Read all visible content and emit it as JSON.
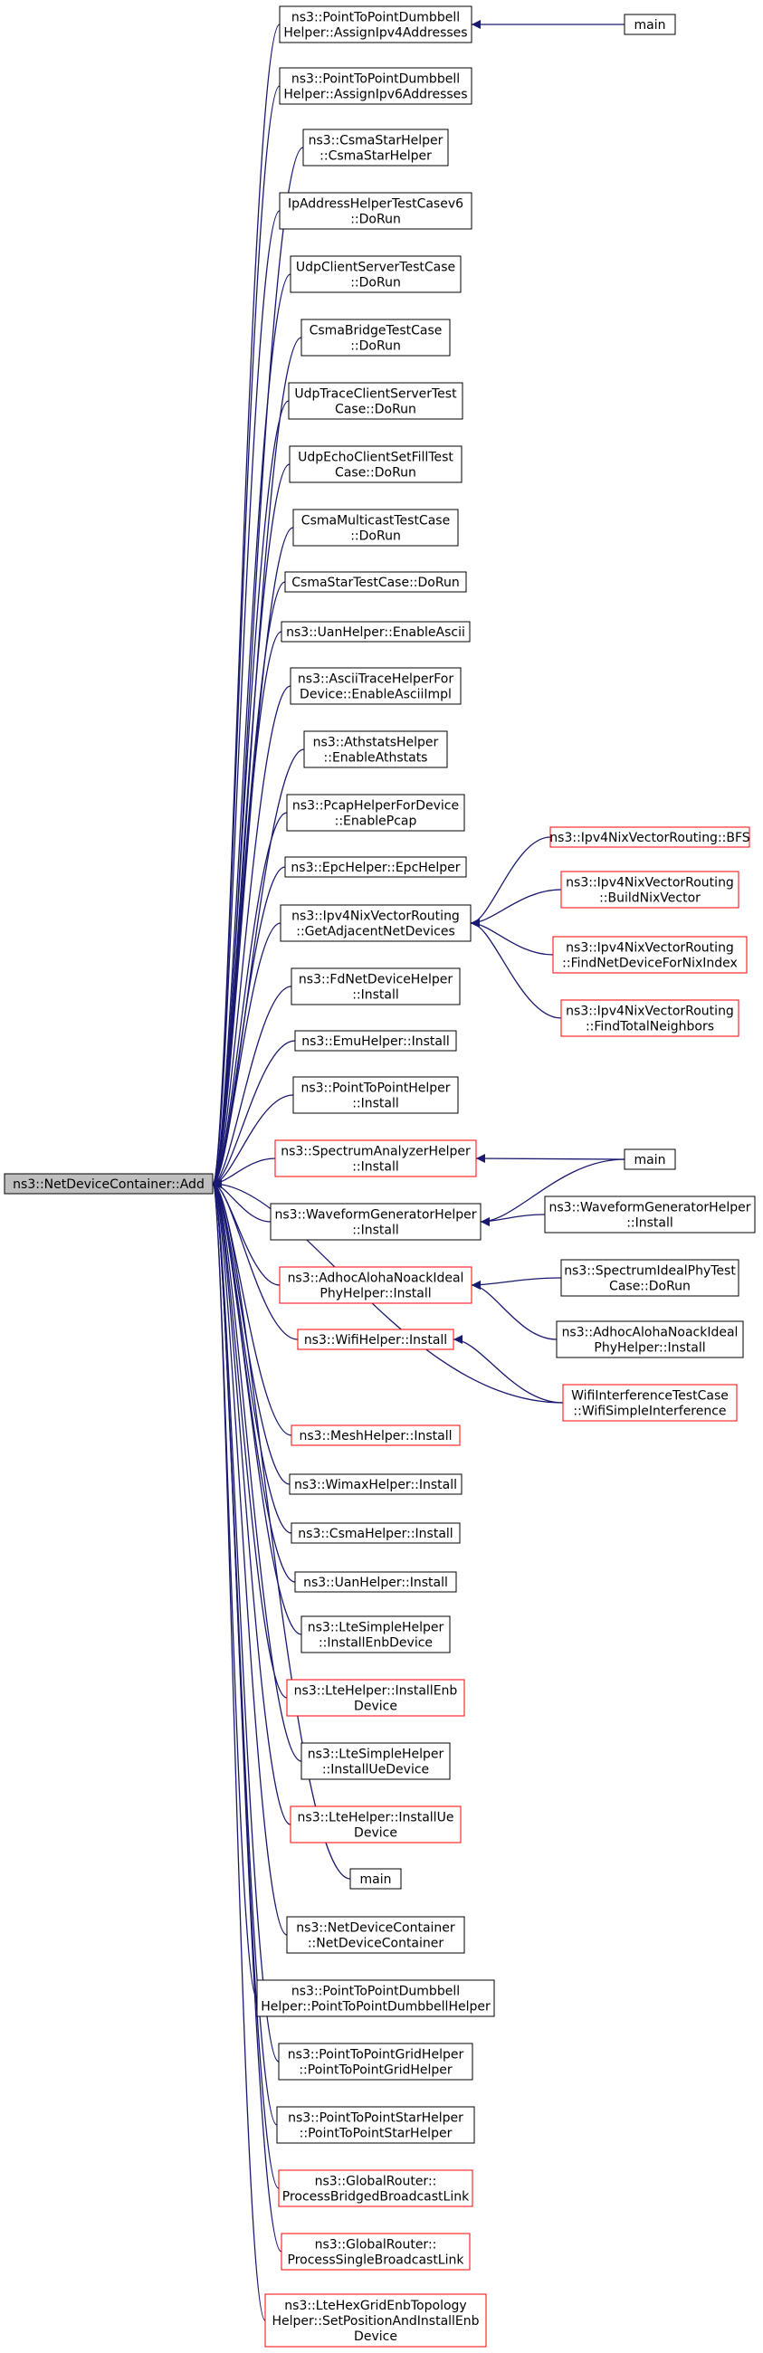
{
  "diagram": {
    "root": {
      "id": "root",
      "lines": [
        "ns3::NetDeviceContainer::Add"
      ],
      "style": "root"
    },
    "nodes": [
      {
        "id": "n1",
        "lines": [
          "ns3::PointToPointDumbbell",
          "Helper::AssignIpv4Addresses"
        ],
        "style": "black"
      },
      {
        "id": "n2",
        "lines": [
          "ns3::PointToPointDumbbell",
          "Helper::AssignIpv6Addresses"
        ],
        "style": "black"
      },
      {
        "id": "n3",
        "lines": [
          "ns3::CsmaStarHelper",
          "::CsmaStarHelper"
        ],
        "style": "black"
      },
      {
        "id": "n4",
        "lines": [
          "IpAddressHelperTestCasev6",
          "::DoRun"
        ],
        "style": "black"
      },
      {
        "id": "n5",
        "lines": [
          "UdpClientServerTestCase",
          "::DoRun"
        ],
        "style": "black"
      },
      {
        "id": "n6",
        "lines": [
          "CsmaBridgeTestCase",
          "::DoRun"
        ],
        "style": "black"
      },
      {
        "id": "n7",
        "lines": [
          "UdpTraceClientServerTest",
          "Case::DoRun"
        ],
        "style": "black"
      },
      {
        "id": "n8",
        "lines": [
          "UdpEchoClientSetFillTest",
          "Case::DoRun"
        ],
        "style": "black"
      },
      {
        "id": "n9",
        "lines": [
          "CsmaMulticastTestCase",
          "::DoRun"
        ],
        "style": "black"
      },
      {
        "id": "n10",
        "lines": [
          "CsmaStarTestCase::DoRun"
        ],
        "style": "black"
      },
      {
        "id": "n11",
        "lines": [
          "ns3::UanHelper::EnableAscii"
        ],
        "style": "black"
      },
      {
        "id": "n12",
        "lines": [
          "ns3::AsciiTraceHelperFor",
          "Device::EnableAsciiImpl"
        ],
        "style": "black"
      },
      {
        "id": "n13",
        "lines": [
          "ns3::AthstatsHelper",
          "::EnableAthstats"
        ],
        "style": "black"
      },
      {
        "id": "n14",
        "lines": [
          "ns3::PcapHelperForDevice",
          "::EnablePcap"
        ],
        "style": "black"
      },
      {
        "id": "n15",
        "lines": [
          "ns3::EpcHelper::EpcHelper"
        ],
        "style": "black"
      },
      {
        "id": "n16",
        "lines": [
          "ns3::Ipv4NixVectorRouting",
          "::GetAdjacentNetDevices"
        ],
        "style": "black"
      },
      {
        "id": "n17",
        "lines": [
          "ns3::FdNetDeviceHelper",
          "::Install"
        ],
        "style": "black"
      },
      {
        "id": "n18",
        "lines": [
          "ns3::EmuHelper::Install"
        ],
        "style": "black"
      },
      {
        "id": "n19",
        "lines": [
          "ns3::PointToPointHelper",
          "::Install"
        ],
        "style": "black"
      },
      {
        "id": "n20",
        "lines": [
          "ns3::SpectrumAnalyzerHelper",
          "::Install"
        ],
        "style": "red"
      },
      {
        "id": "n21",
        "lines": [
          "ns3::WaveformGeneratorHelper",
          "::Install"
        ],
        "style": "black"
      },
      {
        "id": "n22",
        "lines": [
          "ns3::AdhocAlohaNoackIdeal",
          "PhyHelper::Install"
        ],
        "style": "red"
      },
      {
        "id": "n23",
        "lines": [
          "ns3::WifiHelper::Install"
        ],
        "style": "red"
      },
      {
        "id": "n24",
        "lines": [
          "ns3::MeshHelper::Install"
        ],
        "style": "red"
      },
      {
        "id": "n25",
        "lines": [
          "ns3::WimaxHelper::Install"
        ],
        "style": "black"
      },
      {
        "id": "n26",
        "lines": [
          "ns3::CsmaHelper::Install"
        ],
        "style": "black"
      },
      {
        "id": "n27",
        "lines": [
          "ns3::UanHelper::Install"
        ],
        "style": "black"
      },
      {
        "id": "n28",
        "lines": [
          "ns3::LteSimpleHelper",
          "::InstallEnbDevice"
        ],
        "style": "black"
      },
      {
        "id": "n29",
        "lines": [
          "ns3::LteHelper::InstallEnb",
          "Device"
        ],
        "style": "red"
      },
      {
        "id": "n30",
        "lines": [
          "ns3::LteSimpleHelper",
          "::InstallUeDevice"
        ],
        "style": "black"
      },
      {
        "id": "n31",
        "lines": [
          "ns3::LteHelper::InstallUe",
          "Device"
        ],
        "style": "red"
      },
      {
        "id": "n32",
        "lines": [
          "main"
        ],
        "style": "black"
      },
      {
        "id": "n33",
        "lines": [
          "ns3::NetDeviceContainer",
          "::NetDeviceContainer"
        ],
        "style": "black"
      },
      {
        "id": "n34",
        "lines": [
          "ns3::PointToPointDumbbell",
          "Helper::PointToPointDumbbellHelper"
        ],
        "style": "black"
      },
      {
        "id": "n35",
        "lines": [
          "ns3::PointToPointGridHelper",
          "::PointToPointGridHelper"
        ],
        "style": "black"
      },
      {
        "id": "n36",
        "lines": [
          "ns3::PointToPointStarHelper",
          "::PointToPointStarHelper"
        ],
        "style": "black"
      },
      {
        "id": "n37",
        "lines": [
          "ns3::GlobalRouter::",
          "ProcessBridgedBroadcastLink"
        ],
        "style": "red"
      },
      {
        "id": "n38",
        "lines": [
          "ns3::GlobalRouter::",
          "ProcessSingleBroadcastLink"
        ],
        "style": "red"
      },
      {
        "id": "n39",
        "lines": [
          "ns3::LteHexGridEnbTopology",
          "Helper::SetPositionAndInstallEnb",
          "Device"
        ],
        "style": "red"
      },
      {
        "id": "m1",
        "lines": [
          "main"
        ],
        "style": "black"
      },
      {
        "id": "m2",
        "lines": [
          "ns3::Ipv4NixVectorRouting::BFS"
        ],
        "style": "red"
      },
      {
        "id": "m3",
        "lines": [
          "ns3::Ipv4NixVectorRouting",
          "::BuildNixVector"
        ],
        "style": "red"
      },
      {
        "id": "m4",
        "lines": [
          "ns3::Ipv4NixVectorRouting",
          "::FindNetDeviceForNixIndex"
        ],
        "style": "red"
      },
      {
        "id": "m5",
        "lines": [
          "ns3::Ipv4NixVectorRouting",
          "::FindTotalNeighbors"
        ],
        "style": "red"
      },
      {
        "id": "m6",
        "lines": [
          "main"
        ],
        "style": "black"
      },
      {
        "id": "m7",
        "lines": [
          "ns3::WaveformGeneratorHelper",
          "::Install"
        ],
        "style": "black"
      },
      {
        "id": "m8",
        "lines": [
          "ns3::SpectrumIdealPhyTest",
          "Case::DoRun"
        ],
        "style": "black"
      },
      {
        "id": "m9",
        "lines": [
          "ns3::AdhocAlohaNoackIdeal",
          "PhyHelper::Install"
        ],
        "style": "black"
      },
      {
        "id": "m10",
        "lines": [
          "WifiInterferenceTestCase",
          "::WifiSimpleInterference"
        ],
        "style": "red"
      }
    ],
    "edges": [
      {
        "from": "n1",
        "to": "root"
      },
      {
        "from": "n2",
        "to": "root"
      },
      {
        "from": "n3",
        "to": "root"
      },
      {
        "from": "n4",
        "to": "root"
      },
      {
        "from": "n5",
        "to": "root"
      },
      {
        "from": "n6",
        "to": "root"
      },
      {
        "from": "n7",
        "to": "root"
      },
      {
        "from": "n8",
        "to": "root"
      },
      {
        "from": "n9",
        "to": "root"
      },
      {
        "from": "n10",
        "to": "root"
      },
      {
        "from": "n11",
        "to": "root"
      },
      {
        "from": "n12",
        "to": "root"
      },
      {
        "from": "n13",
        "to": "root"
      },
      {
        "from": "n14",
        "to": "root"
      },
      {
        "from": "n15",
        "to": "root"
      },
      {
        "from": "n16",
        "to": "root"
      },
      {
        "from": "n17",
        "to": "root"
      },
      {
        "from": "n18",
        "to": "root"
      },
      {
        "from": "n19",
        "to": "root"
      },
      {
        "from": "n20",
        "to": "root"
      },
      {
        "from": "n21",
        "to": "root"
      },
      {
        "from": "n22",
        "to": "root"
      },
      {
        "from": "n23",
        "to": "root"
      },
      {
        "from": "m10",
        "to": "root"
      },
      {
        "from": "n24",
        "to": "root"
      },
      {
        "from": "n25",
        "to": "root"
      },
      {
        "from": "n26",
        "to": "root"
      },
      {
        "from": "n27",
        "to": "root"
      },
      {
        "from": "n28",
        "to": "root"
      },
      {
        "from": "n29",
        "to": "root"
      },
      {
        "from": "n30",
        "to": "root"
      },
      {
        "from": "n31",
        "to": "root"
      },
      {
        "from": "n32",
        "to": "root"
      },
      {
        "from": "n33",
        "to": "root"
      },
      {
        "from": "n34",
        "to": "root"
      },
      {
        "from": "n35",
        "to": "root"
      },
      {
        "from": "n36",
        "to": "root"
      },
      {
        "from": "n37",
        "to": "root"
      },
      {
        "from": "n38",
        "to": "root"
      },
      {
        "from": "n39",
        "to": "root"
      },
      {
        "from": "m1",
        "to": "n1"
      },
      {
        "from": "m2",
        "to": "n16"
      },
      {
        "from": "m3",
        "to": "n16"
      },
      {
        "from": "m4",
        "to": "n16"
      },
      {
        "from": "m5",
        "to": "n16"
      },
      {
        "from": "m6",
        "to": "n20"
      },
      {
        "from": "m6",
        "to": "n21"
      },
      {
        "from": "m7",
        "to": "n21"
      },
      {
        "from": "m8",
        "to": "n22"
      },
      {
        "from": "m9",
        "to": "n22"
      },
      {
        "from": "m10",
        "to": "n23"
      }
    ]
  }
}
